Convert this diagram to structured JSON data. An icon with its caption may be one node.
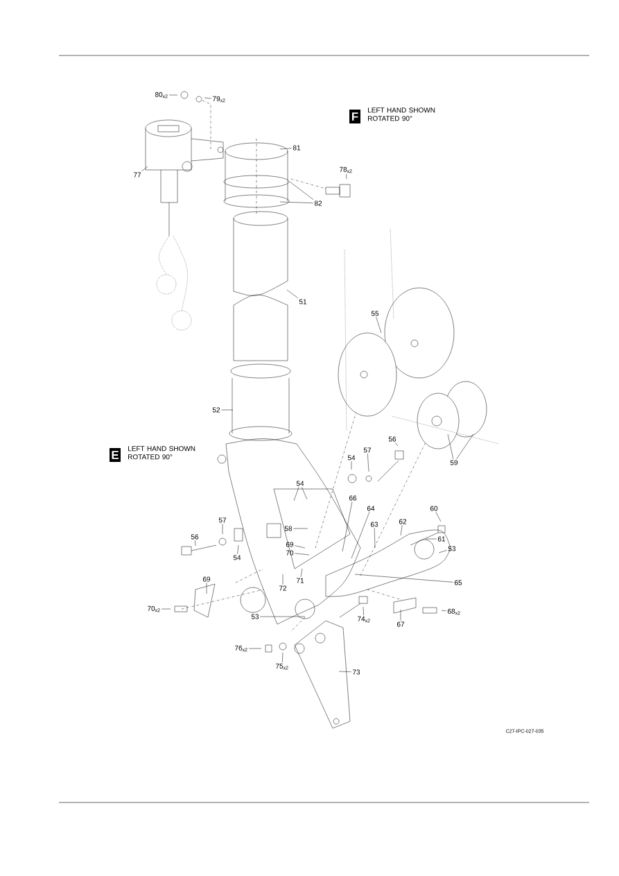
{
  "diagram": {
    "nodes": [
      {
        "text": [
          "80$_{x2}$"
        ]
      },
      {
        "text": [
          "79$_{x2}$"
        ]
      },
      {
        "text": [
          "F"
        ],
        "beside": [
          "LEFT HAND SHOWN ROTATED 90°"
        ]
      },
      {
        "text": [
          "81"
        ]
      },
      {
        "text": [
          "77"
        ]
      },
      {
        "text": [
          "78$_{x2}$"
        ]
      },
      {
        "text": [
          "82"
        ]
      },
      {
        "text": [
          "51"
        ]
      },
      {
        "text": [
          "55"
        ]
      },
      {
        "text": [
          "52"
        ]
      },
      {
        "text": [
          "56"
        ]
      },
      {
        "text": [
          "E"
        ],
        "beside": [
          "LEFT HAND SHOWN ROTATED 90°"
        ]
      },
      {
        "text": [
          "57"
        ]
      },
      {
        "text": [
          "59"
        ]
      },
      {
        "text": [
          "54"
        ]
      },
      {
        "text": [
          "54"
        ]
      },
      {
        "text": [
          "66"
        ]
      },
      {
        "text": [
          "64"
        ]
      },
      {
        "text": [
          "60"
        ]
      },
      {
        "text": [
          "57"
        ]
      },
      {
        "text": [
          "62"
        ]
      },
      {
        "text": [
          "63"
        ]
      },
      {
        "text": [
          "58"
        ]
      },
      {
        "text": [
          "56"
        ]
      },
      {
        "text": [
          "61"
        ]
      },
      {
        "text": [
          "53"
        ]
      },
      {
        "text": [
          "69"
        ]
      },
      {
        "text": [
          "54"
        ]
      },
      {
        "text": [
          "70"
        ]
      },
      {
        "text": [
          "71"
        ]
      },
      {
        "text": [
          "65"
        ]
      },
      {
        "text": [
          "69"
        ]
      },
      {
        "text": [
          "72"
        ]
      },
      {
        "text": [
          "70$_{x2}$"
        ]
      },
      {
        "text": [
          "68$_{x2}$"
        ]
      },
      {
        "text": [
          "74$_{x2}$"
        ]
      },
      {
        "text": [
          "53"
        ]
      },
      {
        "text": [
          "67"
        ]
      },
      {
        "text": [
          "76$_{x2}$"
        ]
      },
      {
        "text": [
          "75$_{x2}$"
        ]
      },
      {
        "text": [
          "73"
        ]
      }
    ],
    "edges": [
      {
        "from": 0,
        "to": null,
        "arrow": "none"
      },
      {
        "from": 1,
        "to": null,
        "arrow": "none"
      },
      {
        "from": 3,
        "to": null,
        "arrow": "none"
      },
      {
        "from": 4,
        "to": null,
        "arrow": "none"
      },
      {
        "from": 5,
        "to": null,
        "arrow": "none"
      },
      {
        "from": 6,
        "to": null,
        "arrow": "none"
      },
      {
        "from": 6,
        "to": null,
        "arrow": "none"
      },
      {
        "from": 7,
        "to": null,
        "arrow": "none"
      },
      {
        "from": 8,
        "to": null,
        "arrow": "none"
      },
      {
        "from": 9,
        "to": null,
        "arrow": "none"
      },
      {
        "from": 10,
        "to": null,
        "arrow": "none"
      },
      {
        "from": 12,
        "to": null,
        "arrow": "none"
      },
      {
        "from": 13,
        "to": null,
        "arrow": "none"
      },
      {
        "from": 13,
        "to": null,
        "arrow": "none"
      },
      {
        "from": 14,
        "to": null,
        "arrow": "none"
      },
      {
        "from": 15,
        "to": null,
        "arrow": "none"
      },
      {
        "from": 15,
        "to": null,
        "arrow": "none"
      },
      {
        "from": 16,
        "to": null,
        "arrow": "none"
      },
      {
        "from": 17,
        "to": null,
        "arrow": "none"
      },
      {
        "from": 18,
        "to": null,
        "arrow": "none"
      },
      {
        "from": 19,
        "to": null,
        "arrow": "none"
      },
      {
        "from": 20,
        "to": null,
        "arrow": "none"
      },
      {
        "from": 21,
        "to": null,
        "arrow": "none"
      },
      {
        "from": 22,
        "to": null,
        "arrow": "none"
      },
      {
        "from": 23,
        "to": null,
        "arrow": "none"
      },
      {
        "from": 24,
        "to": null,
        "arrow": "none"
      },
      {
        "from": 25,
        "to": null,
        "arrow": "none"
      },
      {
        "from": 26,
        "to": null,
        "arrow": "none"
      },
      {
        "from": 27,
        "to": null,
        "arrow": "none"
      },
      {
        "from": 28,
        "to": null,
        "arrow": "none"
      },
      {
        "from": 29,
        "to": null,
        "arrow": "none"
      },
      {
        "from": 30,
        "to": null,
        "arrow": "none"
      },
      {
        "from": 31,
        "to": null,
        "arrow": "none"
      },
      {
        "from": 32,
        "to": null,
        "arrow": "none"
      },
      {
        "from": 33,
        "to": null,
        "arrow": "none"
      },
      {
        "from": 34,
        "to": null,
        "arrow": "none"
      },
      {
        "from": 35,
        "to": null,
        "arrow": "none"
      },
      {
        "from": 36,
        "to": null,
        "arrow": "none"
      },
      {
        "from": 37,
        "to": null,
        "arrow": "none"
      },
      {
        "from": 38,
        "to": null,
        "arrow": "none"
      },
      {
        "from": 39,
        "to": null,
        "arrow": "none"
      },
      {
        "from": 40,
        "to": null,
        "arrow": "none"
      }
    ],
    "labels": [
      "C27-IPC-027-035"
    ]
  }
}
